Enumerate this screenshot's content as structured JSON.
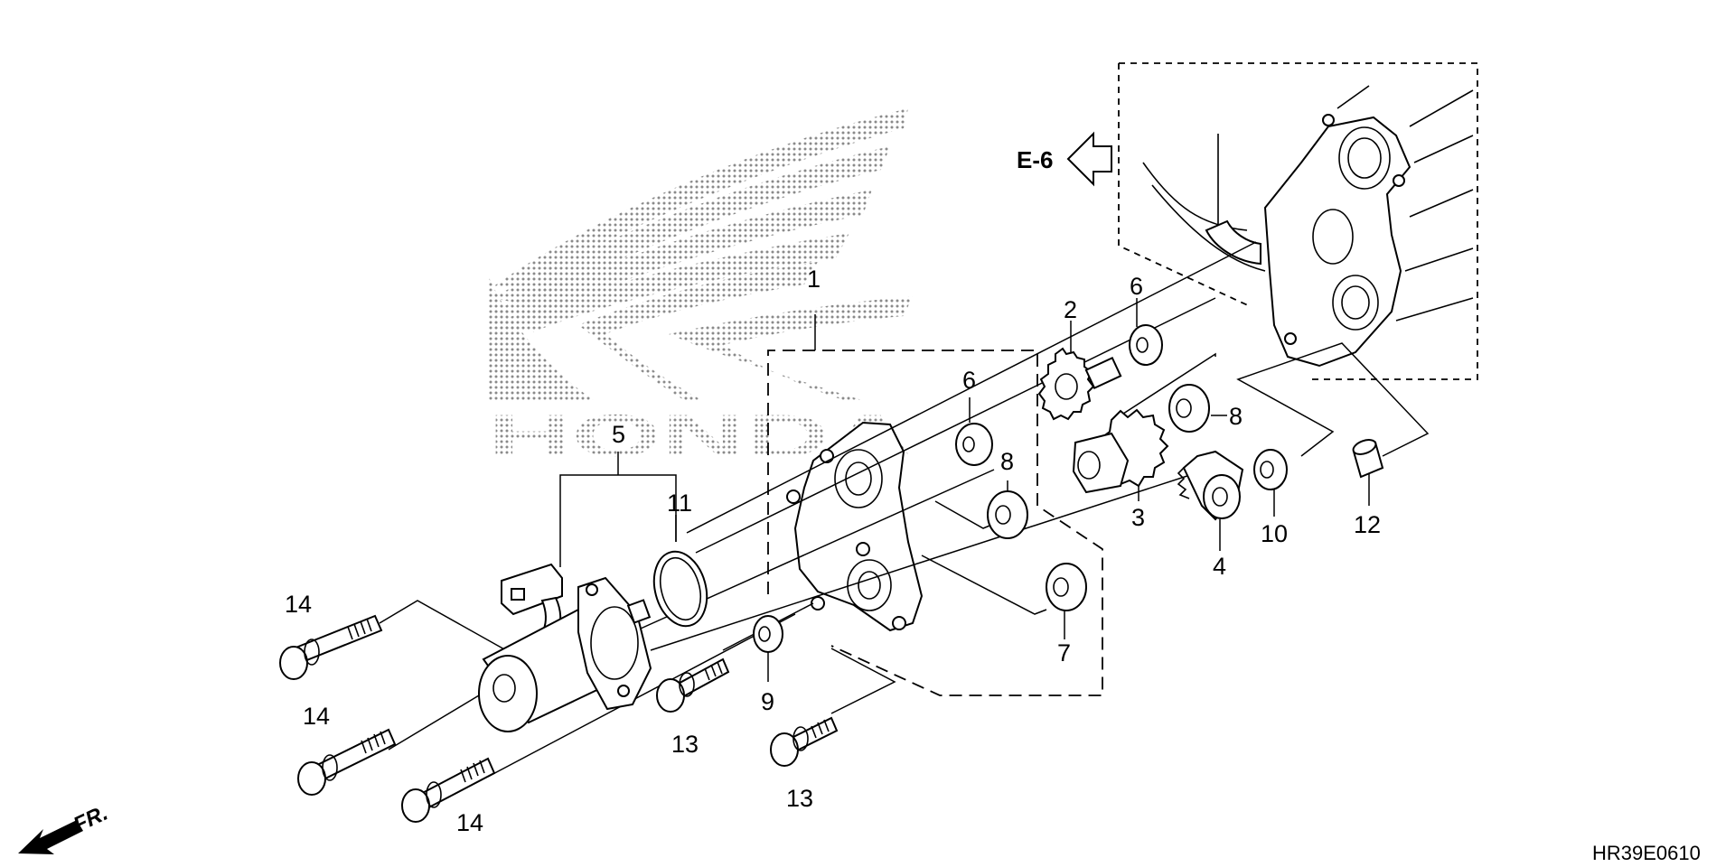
{
  "watermark": {
    "brand_text": "HONDA",
    "dot_color": "#8a8a8a"
  },
  "reference": {
    "label": "E-6"
  },
  "direction": {
    "label": "FR."
  },
  "diagram_code": "HR39E0610",
  "callouts": {
    "c1": "1",
    "c2": "2",
    "c3": "3",
    "c4": "4",
    "c5": "5",
    "c6a": "6",
    "c6b": "6",
    "c7": "7",
    "c8a": "8",
    "c8b": "8",
    "c9": "9",
    "c10": "10",
    "c11": "11",
    "c12": "12",
    "c13a": "13",
    "c13b": "13",
    "c14a": "14",
    "c14b": "14",
    "c14c": "14"
  }
}
